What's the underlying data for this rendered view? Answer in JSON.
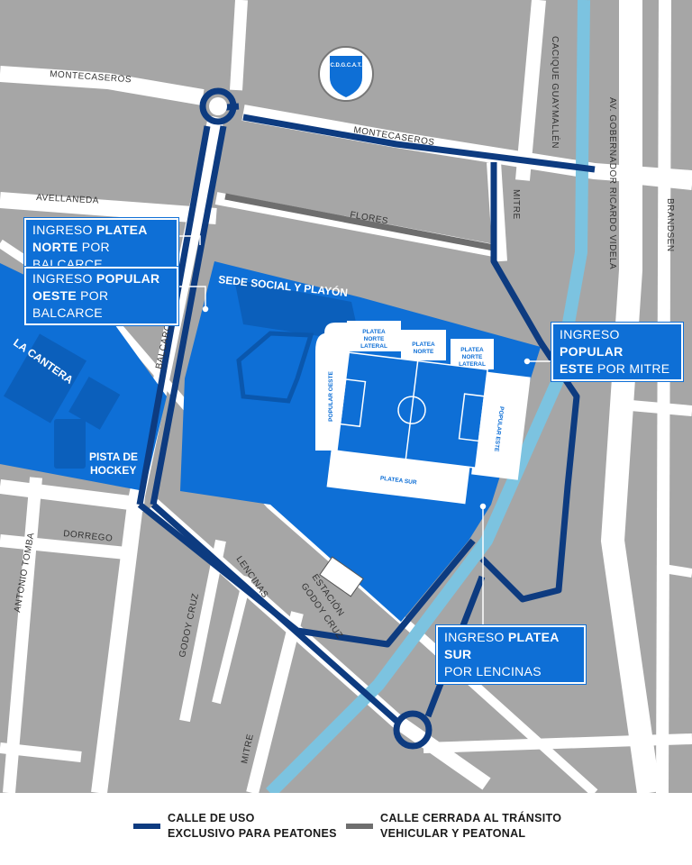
{
  "colors": {
    "blocks": "#a6a6a6",
    "street": "#ffffff",
    "stadium_zone": "#0e6fd6",
    "pedestrian_route": "#0d3b80",
    "closed_street": "#6e6e6e",
    "canal": "#7cc3e0",
    "field": "#0e6fd6"
  },
  "logo": {
    "icon": "club-crest-icon",
    "text": "C.D.G.C.A.T."
  },
  "streets": {
    "montecaseros_1": "MONTECASEROS",
    "montecaseros_2": "MONTECASEROS",
    "avellaneda": "AVELLANEDA",
    "flores": "FLORES",
    "balcarce": "BALCARCE",
    "mitre_top": "MITRE",
    "mitre_bottom": "MITRE",
    "cacique": "CACIQUE GUAYMALLÉN",
    "av_gob": "AV. GOBERNADOR RICARDO VIDELA",
    "brandsen": "BRANDSEN",
    "dorrego": "DORREGO",
    "antonio_tomba": "ANTONIO TOMBA",
    "lencinas": "LENCINAS",
    "godoy_cruz": "GODOY CRUZ",
    "estacion_1": "ESTACIÓN",
    "estacion_2": "GODOY CRUZ"
  },
  "zones": {
    "sede": "SEDE SOCIAL Y PLAYÓN",
    "cantera": "LA CANTERA",
    "pista_1": "PISTA DE",
    "pista_2": "HOCKEY"
  },
  "stands": {
    "norte_lateral_w_1": "PLATEA",
    "norte_lateral_w_2": "NORTE",
    "norte_lateral_w_3": "LATERAL",
    "norte_1": "PLATEA",
    "norte_2": "NORTE",
    "norte_lateral_e_1": "PLATEA",
    "norte_lateral_e_2": "NORTE",
    "norte_lateral_e_3": "LATERAL",
    "popular_oeste": "POPULAR OESTE",
    "popular_este": "POPULAR ESTE",
    "platea_sur": "PLATEA SUR"
  },
  "callouts": {
    "platea_norte": {
      "pre": "INGRESO ",
      "bold1": "PLATEA",
      "bold2": "NORTE",
      "post": " POR BALCARCE"
    },
    "popular_oeste": {
      "pre": "INGRESO ",
      "bold1": "POPULAR",
      "bold2": "OESTE",
      "post": " POR BALCARCE"
    },
    "popular_este": {
      "pre": "INGRESO ",
      "bold1": "POPULAR",
      "bold2": "ESTE",
      "post": " POR MITRE"
    },
    "platea_sur": {
      "pre": "INGRESO ",
      "bold1": "PLATEA SUR",
      "line2": "POR LENCINAS"
    }
  },
  "legend": {
    "pedestrian": {
      "line1": "CALLE DE USO",
      "line2": "EXCLUSIVO PARA PEATONES"
    },
    "closed": {
      "line1": "CALLE CERRADA AL TRÁNSITO",
      "line2": "VEHICULAR Y PEATONAL"
    }
  }
}
